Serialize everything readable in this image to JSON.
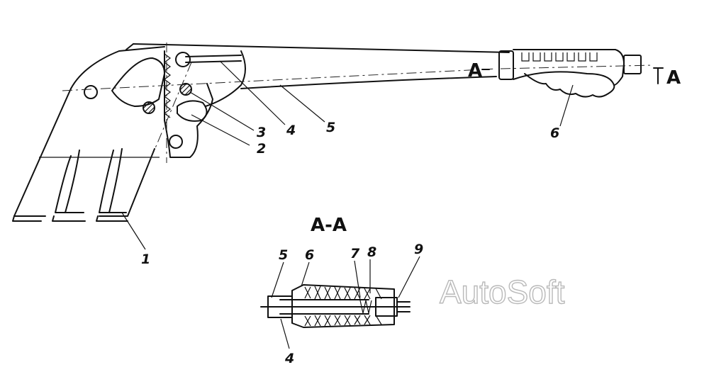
{
  "diagram": {
    "callouts": [
      "1",
      "2",
      "3",
      "4",
      "5",
      "6"
    ],
    "section_marker_left": "A",
    "section_marker_right": "A",
    "section_title": "A-A",
    "section_callouts": [
      "5",
      "6",
      "7",
      "8",
      "9",
      "4"
    ],
    "watermark": "AutoSoft"
  }
}
